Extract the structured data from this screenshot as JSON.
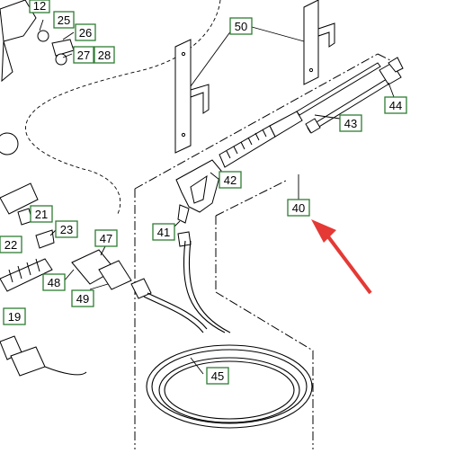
{
  "diagram": {
    "callouts": [
      {
        "id": "c12",
        "label": "12"
      },
      {
        "id": "c25",
        "label": "25"
      },
      {
        "id": "c26",
        "label": "26"
      },
      {
        "id": "c27",
        "label": "27"
      },
      {
        "id": "c28",
        "label": "28"
      },
      {
        "id": "c50",
        "label": "50"
      },
      {
        "id": "c44",
        "label": "44"
      },
      {
        "id": "c43",
        "label": "43"
      },
      {
        "id": "c42",
        "label": "42"
      },
      {
        "id": "c40",
        "label": "40"
      },
      {
        "id": "c41",
        "label": "41"
      },
      {
        "id": "c21",
        "label": "21"
      },
      {
        "id": "c23",
        "label": "23"
      },
      {
        "id": "c22",
        "label": "22"
      },
      {
        "id": "c47",
        "label": "47"
      },
      {
        "id": "c48",
        "label": "48"
      },
      {
        "id": "c49",
        "label": "49"
      },
      {
        "id": "c19",
        "label": "19"
      },
      {
        "id": "c45",
        "label": "45"
      }
    ],
    "colors": {
      "callout_border": "#2e7d32",
      "callout_fill": "#ffffff",
      "line": "#000000",
      "arrow": "#e53935"
    }
  }
}
